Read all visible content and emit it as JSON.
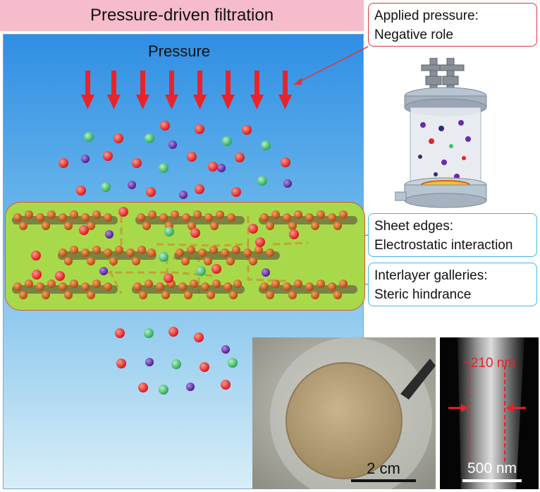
{
  "title": "Pressure-driven filtration",
  "pressure_label": "Pressure",
  "callouts": {
    "applied_pressure": {
      "line1": "Applied pressure:",
      "line2": "Negative role"
    },
    "sheet_edges": {
      "line1": "Sheet edges:",
      "line2": "Electrostatic interaction"
    },
    "interlayer": {
      "line1": "Interlayer galleries:",
      "line2": "Steric hindrance"
    }
  },
  "photo": {
    "scale_label": "2 cm"
  },
  "sem": {
    "thickness_label": "~210 nm",
    "scale_label": "500 nm"
  },
  "colors": {
    "arrow_red": "#e8232a",
    "ion_red": "#e8232a",
    "ion_green": "#3cc46a",
    "ion_purple": "#6a2bb0",
    "sheet_orange": "#d9621a",
    "membrane_green": "#a8d94a",
    "callout_red": "#d9383a",
    "callout_blue": "#47b3e6"
  }
}
